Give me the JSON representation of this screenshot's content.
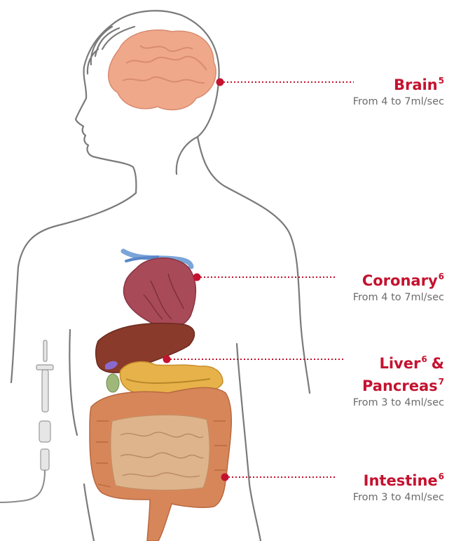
{
  "colors": {
    "accent": "#c4122f",
    "note": "#6b6b6b",
    "outline": "#7a7a7a",
    "brain": "#f0a88a",
    "heart": "#a94a58",
    "liver": "#8a3a2a",
    "pancreas": "#e7b24a",
    "intestine": "#d7865a"
  },
  "callouts": [
    {
      "organ": "Brain",
      "ref": "5",
      "flow": "From 4 to 7ml/sec"
    },
    {
      "organ": "Coronary",
      "ref": "6",
      "flow": "From 4 to 7ml/sec"
    },
    {
      "organ": "Liver",
      "ref": "6",
      "joiner": "&",
      "organ2": "Pancreas",
      "ref2": "7",
      "flow": "From 3 to 4ml/sec"
    },
    {
      "organ": "Intestine",
      "ref": "6",
      "flow": "From 3 to 4ml/sec"
    }
  ],
  "icons": [
    "brain-icon",
    "heart-icon",
    "liver-icon",
    "pancreas-icon",
    "intestine-icon",
    "catheter-icon"
  ]
}
